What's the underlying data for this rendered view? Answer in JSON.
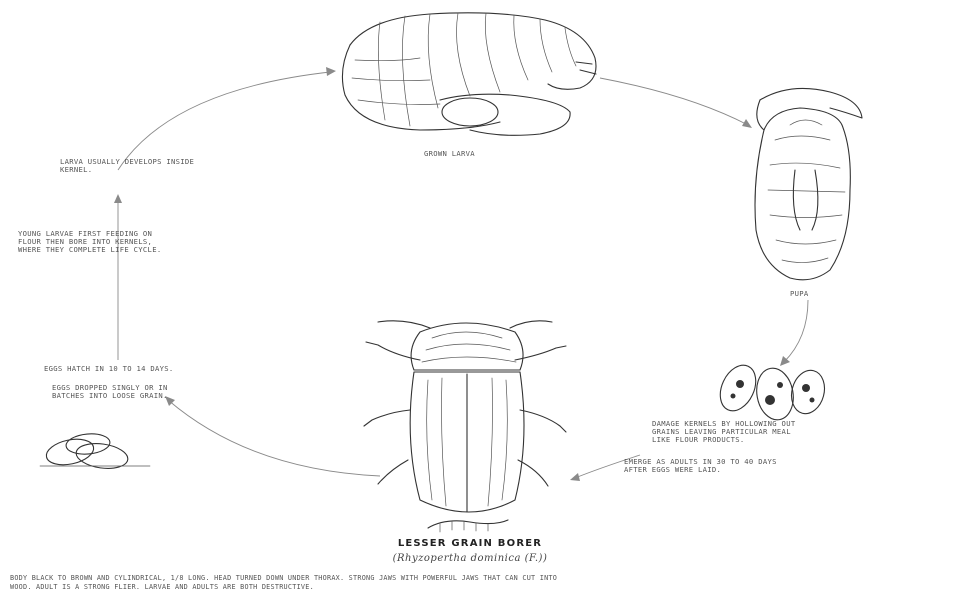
{
  "diagram": {
    "stages": {
      "larva": {
        "label": "GROWN LARVA"
      },
      "pupa": {
        "label": "PUPA"
      },
      "adult": {
        "title": "LESSER GRAIN BORER",
        "scientific_name": "(Rhyzopertha dominica (F.))"
      }
    },
    "annotations": {
      "larva_develops": "LARVA USUALLY DEVELOPS INSIDE\nKERNEL.",
      "young_larvae": "YOUNG LARVAE FIRST FEEDING ON\nFLOUR THEN BORE INTO KERNELS,\nWHERE THEY COMPLETE LIFE CYCLE.",
      "eggs_hatch": "EGGS HATCH IN 10 TO 14 DAYS.",
      "eggs_dropped": "EGGS DROPPED SINGLY OR IN\nBATCHES INTO LOOSE GRAIN.",
      "damage": "DAMAGE KERNELS BY HOLLOWING OUT\nGRAINS LEAVING PARTICULAR MEAL\nLIKE FLOUR PRODUCTS.",
      "emerge": "EMERGE AS ADULTS IN 30 TO 40 DAYS\nAFTER EGGS WERE LAID."
    },
    "footer": "BODY BLACK TO BROWN AND CYLINDRICAL, 1/8 LONG. HEAD TURNED DOWN UNDER THORAX. STRONG JAWS WITH POWERFUL JAWS THAT CAN CUT INTO\nWOOD. ADULT IS A STRONG FLIER. LARVAE AND ADULTS ARE BOTH DESTRUCTIVE."
  }
}
